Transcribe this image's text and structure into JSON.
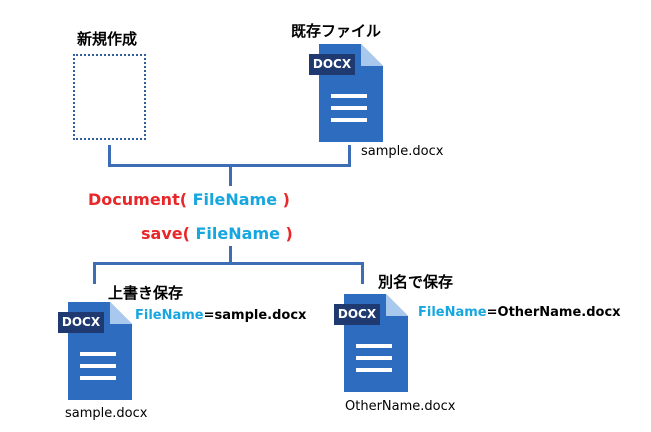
{
  "labels": {
    "new": "新規作成",
    "existing": "既存ファイル",
    "overwrite": "上書き保存",
    "save_as": "別名で保存"
  },
  "files": {
    "existing_name": "sample.docx",
    "overwrite_name": "sample.docx",
    "save_as_name": "OtherName.docx"
  },
  "icon_tag": "DOCX",
  "code": {
    "document_func": "Document(",
    "save_func": "save(",
    "param": "FileName",
    "close": ")"
  },
  "assign": {
    "key": "FileName",
    "overwrite_value": "=sample.docx",
    "save_as_value": "=OtherName.docx"
  },
  "colors": {
    "connector": "#3d6eb5",
    "function": "#e8272a",
    "param": "#17a6df",
    "doc_dark": "#1e3a70",
    "doc_body": "#2e6cbf"
  }
}
